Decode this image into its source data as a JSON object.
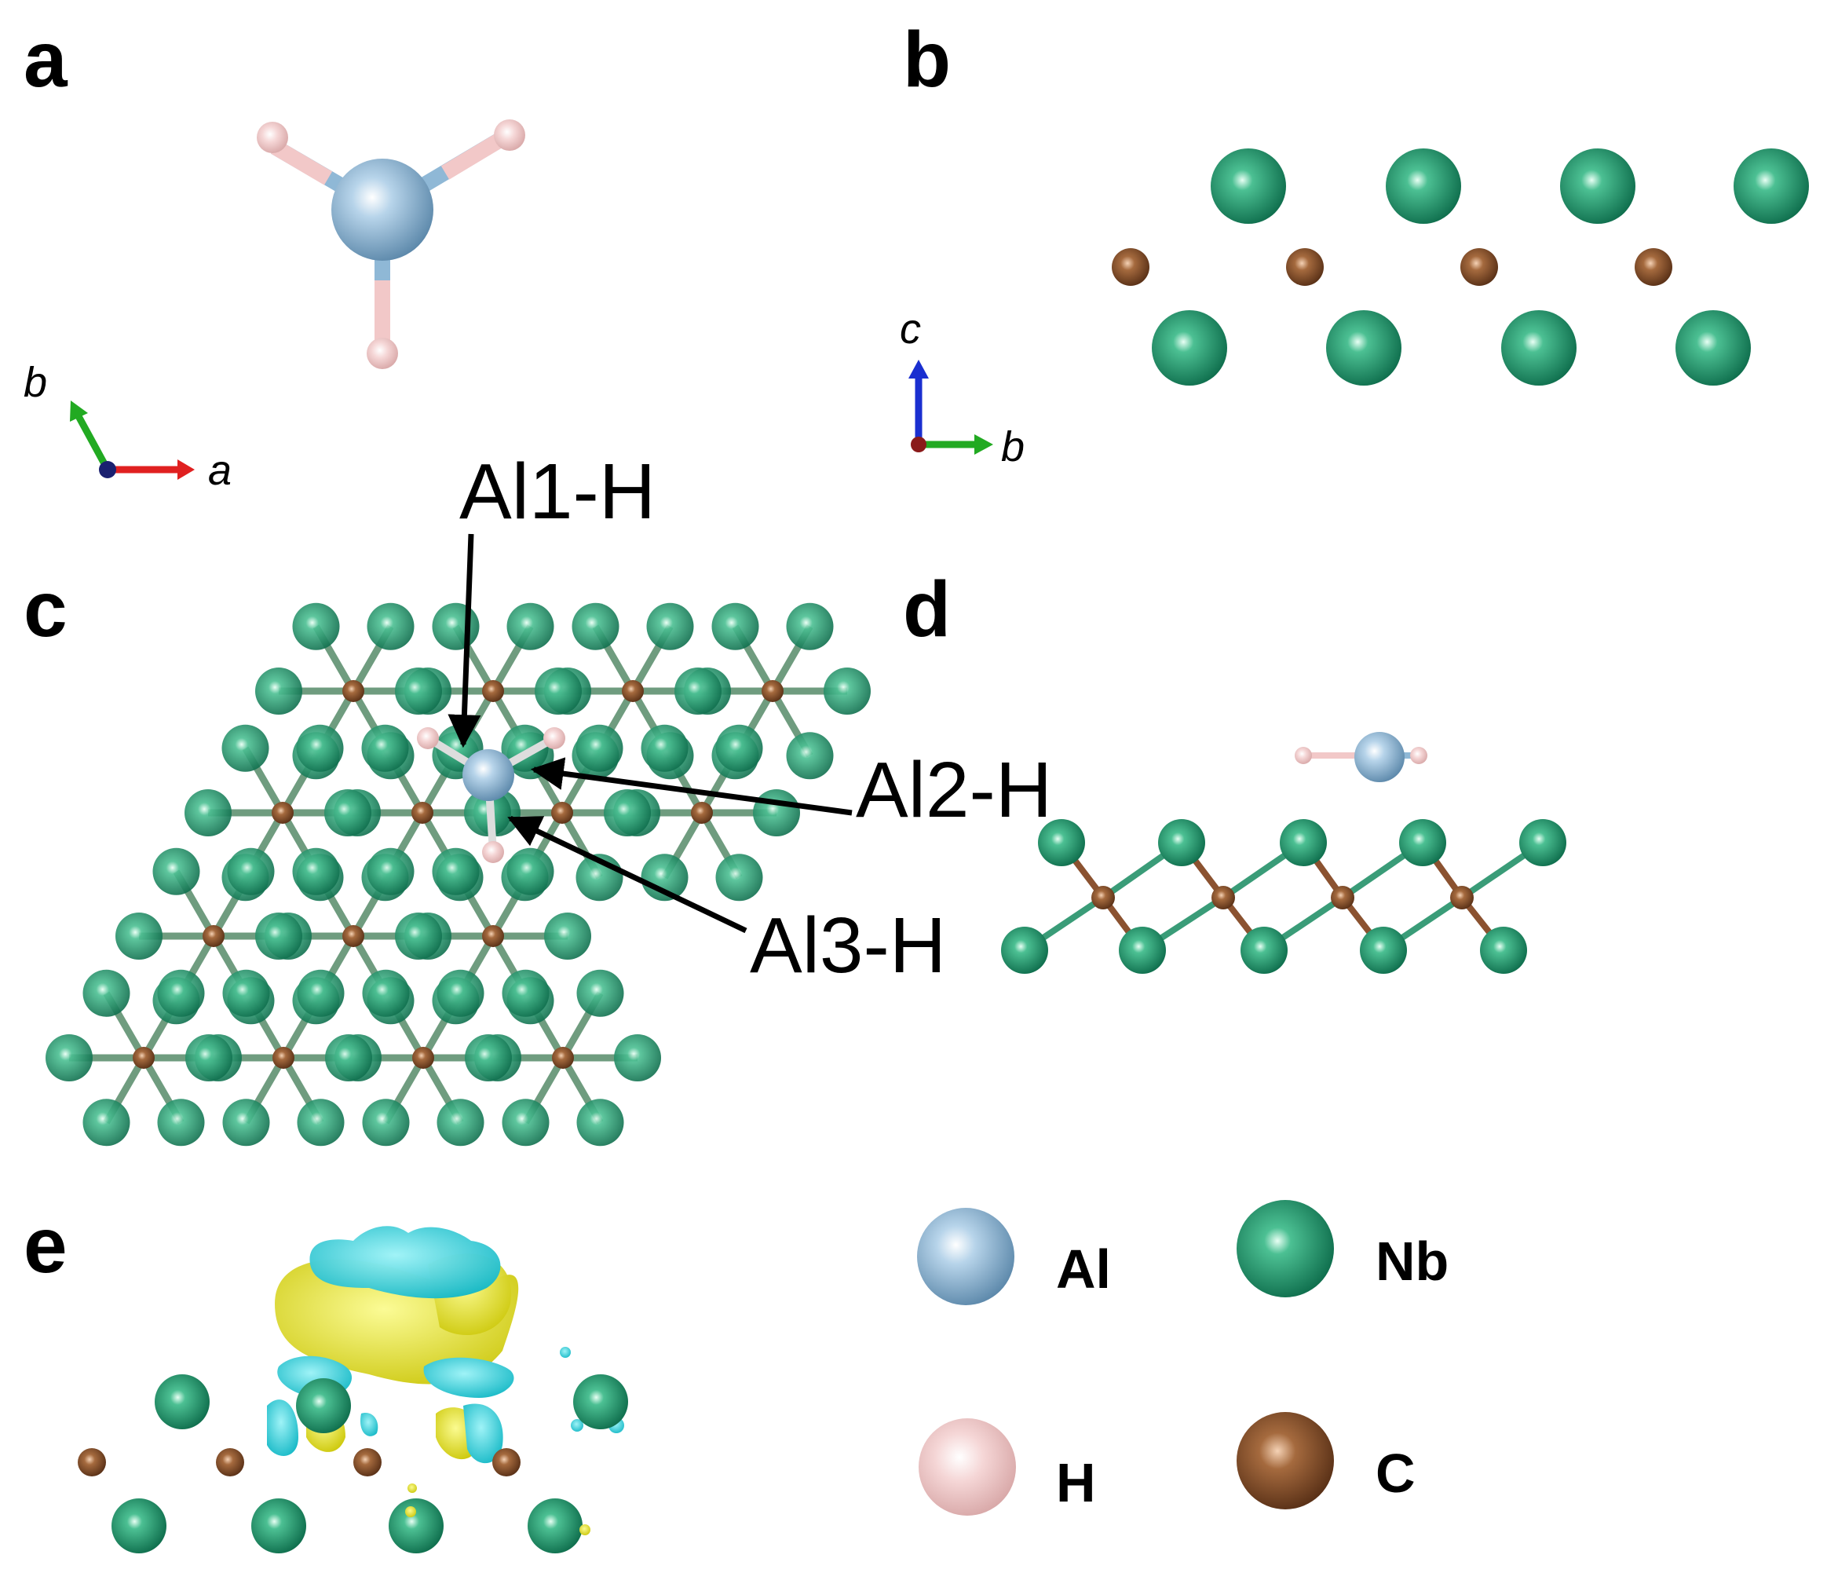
{
  "panels": {
    "a": "a",
    "b": "b",
    "c": "c",
    "d": "d",
    "e": "e"
  },
  "axes": {
    "a_panel": {
      "first": "b",
      "second": "a"
    },
    "b_panel": {
      "first": "c",
      "second": "b"
    }
  },
  "callouts": {
    "al1": "Al1-H",
    "al2": "Al2-H",
    "al3": "Al3-H"
  },
  "legend": [
    {
      "symbol": "Al",
      "color": "#8fb8d6"
    },
    {
      "symbol": "Nb",
      "color": "#1f9a6e"
    },
    {
      "symbol": "H",
      "color": "#f2c8c8"
    },
    {
      "symbol": "C",
      "color": "#8b5230"
    }
  ],
  "colors": {
    "al": "#8fb8d6",
    "nb": "#1f9a6e",
    "h": "#f2c8c8",
    "c": "#8b5230",
    "axis_a": "#e02020",
    "axis_b": "#22aa22",
    "axis_c": "#1a2fd0",
    "iso_cyan": "#1fd0dc",
    "iso_yellow": "#e6e600"
  }
}
